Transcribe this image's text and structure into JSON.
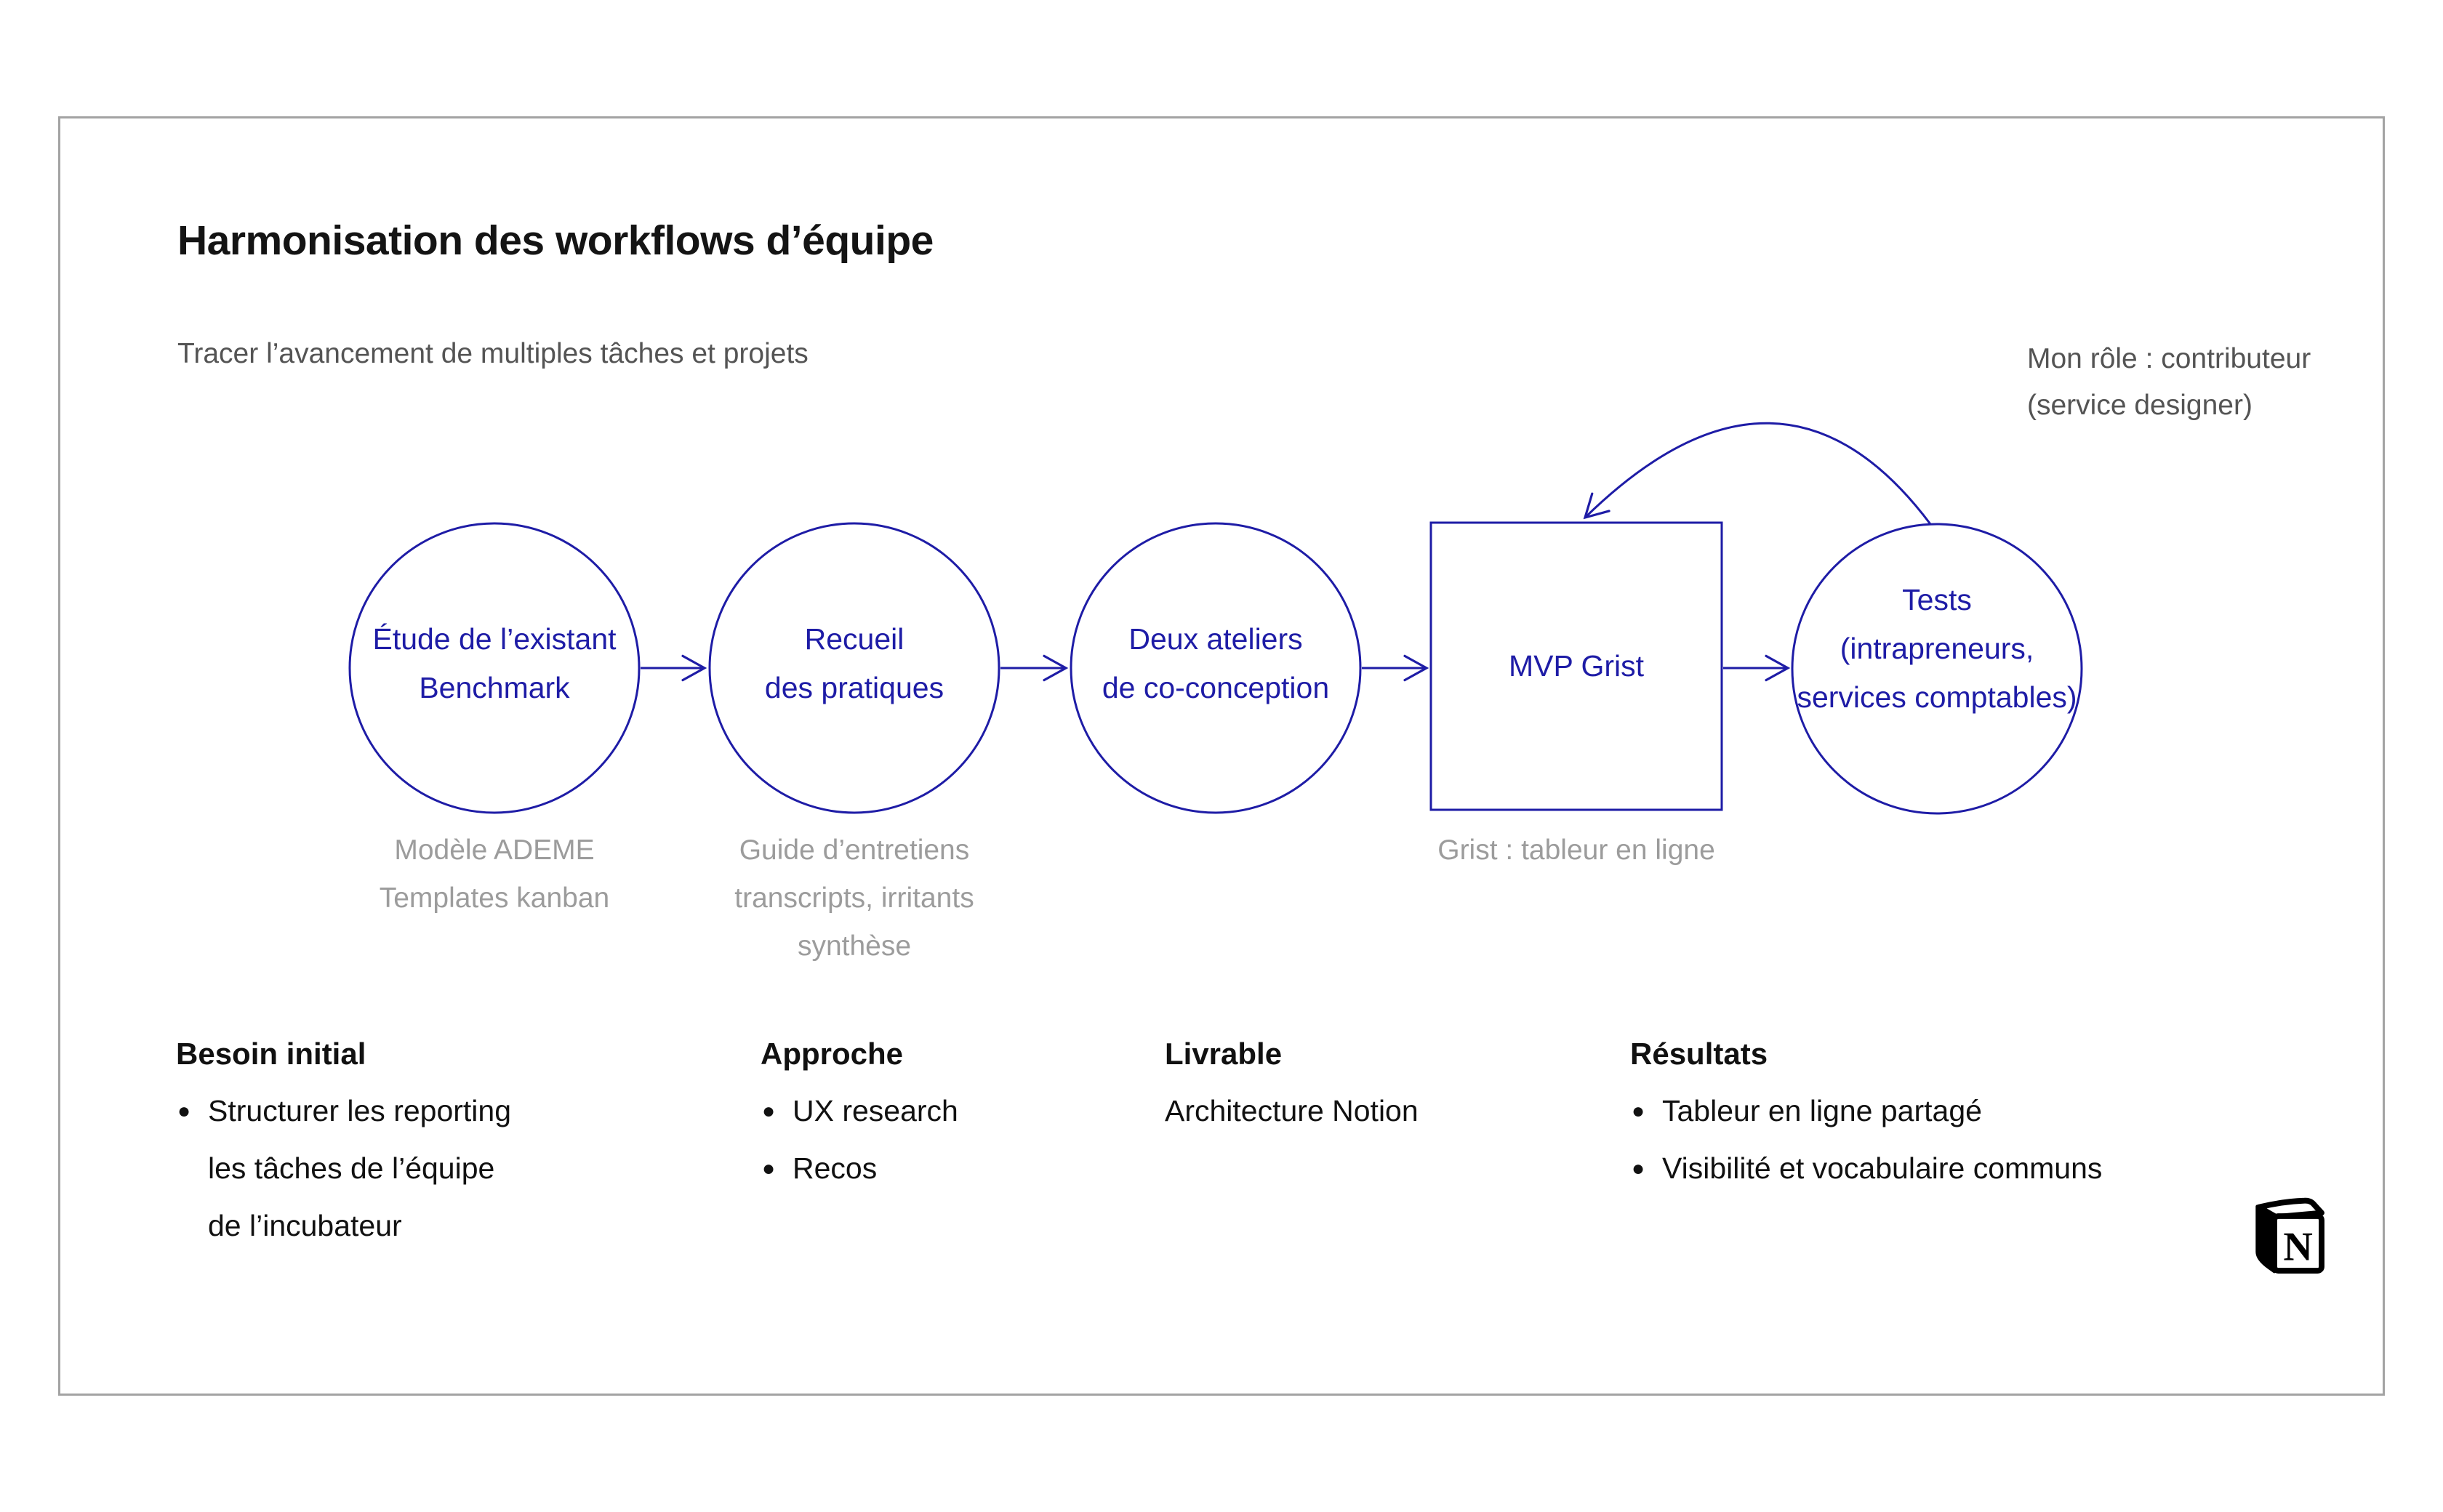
{
  "header": {
    "title": "Harmonisation des workflows d’équipe",
    "subtitle": "Tracer l’avancement de multiples tâches et projets",
    "role_line1": "Mon rôle : contributeur",
    "role_line2": "(service designer)"
  },
  "colors": {
    "accent_blue": "#1e1ca6",
    "caption_gray": "#9c9c9c",
    "muted_gray": "#545454",
    "text_black": "#111111",
    "frame_border": "#a3a3a3"
  },
  "flow": {
    "steps": [
      {
        "shape": "circle",
        "lines": [
          "Étude de l’existant",
          "Benchmark"
        ],
        "caption": [
          "Modèle ADEME",
          "Templates kanban"
        ]
      },
      {
        "shape": "circle",
        "lines": [
          "Recueil",
          "des pratiques"
        ],
        "caption": [
          "Guide d’entretiens",
          "transcripts, irritants",
          "synthèse"
        ]
      },
      {
        "shape": "circle",
        "lines": [
          "Deux ateliers",
          "de co-conception"
        ],
        "caption": []
      },
      {
        "shape": "square",
        "lines": [
          "MVP Grist"
        ],
        "caption": [
          "Grist : tableur en ligne"
        ]
      },
      {
        "shape": "circle",
        "lines": [
          "Tests",
          "(intrapreneurs,",
          "services comptables)"
        ],
        "caption": []
      }
    ]
  },
  "columns": [
    {
      "header": "Besoin initial",
      "items": [
        {
          "bullet": true,
          "lines": [
            "Structurer les reporting",
            "les tâches de l’équipe",
            "de l’incubateur"
          ]
        }
      ]
    },
    {
      "header": "Approche",
      "items": [
        {
          "bullet": true,
          "lines": [
            "UX research"
          ]
        },
        {
          "bullet": true,
          "lines": [
            "Recos"
          ]
        }
      ]
    },
    {
      "header": "Livrable",
      "items": [
        {
          "bullet": false,
          "lines": [
            "Architecture Notion"
          ]
        }
      ]
    },
    {
      "header": "Résultats",
      "items": [
        {
          "bullet": true,
          "lines": [
            "Tableur en ligne partagé"
          ]
        },
        {
          "bullet": true,
          "lines": [
            "Visibilité et vocabulaire communs"
          ]
        }
      ]
    }
  ],
  "logo": {
    "label": "Notion",
    "letter": "N"
  }
}
